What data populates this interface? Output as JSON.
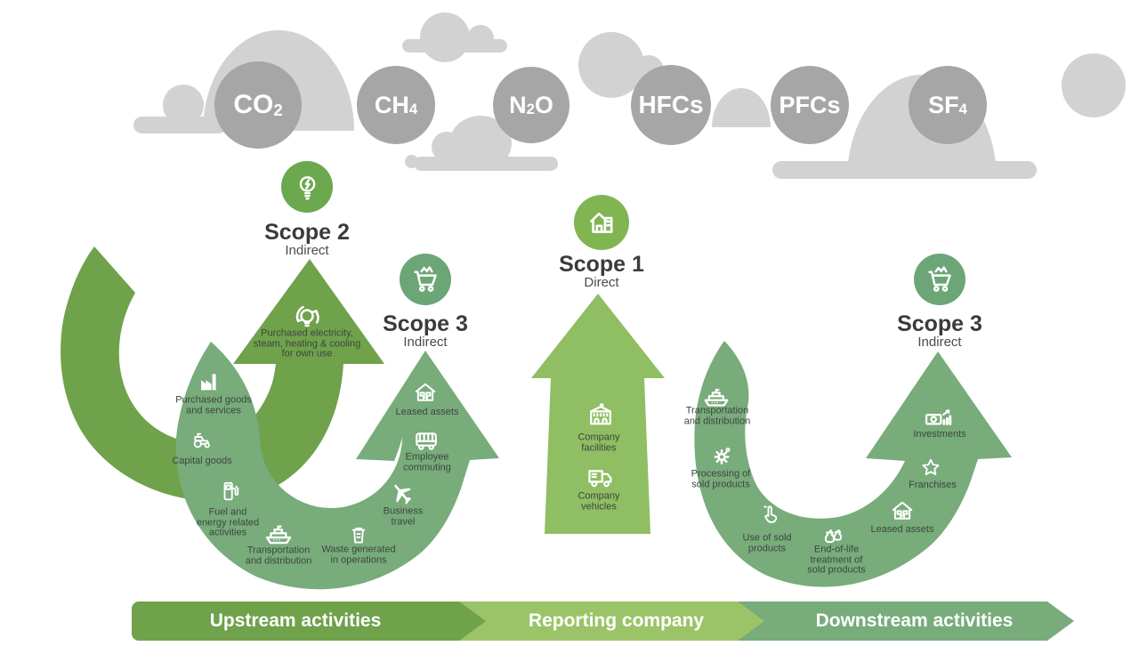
{
  "gases": [
    {
      "name": "co2",
      "parts": [
        {
          "t": "CO"
        },
        {
          "t": "2",
          "sub": true
        }
      ]
    },
    {
      "name": "ch4",
      "parts": [
        {
          "t": "CH"
        },
        {
          "t": "4",
          "sub": true
        }
      ]
    },
    {
      "name": "n2o",
      "parts": [
        {
          "t": "N"
        },
        {
          "t": "2",
          "sub": true
        },
        {
          "t": "O"
        }
      ]
    },
    {
      "name": "hfcs",
      "parts": [
        {
          "t": "HFCs"
        }
      ]
    },
    {
      "name": "pfcs",
      "parts": [
        {
          "t": "PFCs"
        }
      ]
    },
    {
      "name": "sf4",
      "parts": [
        {
          "t": "SF"
        },
        {
          "t": "4",
          "sub": true
        }
      ]
    }
  ],
  "scopes": [
    {
      "id": "scope2",
      "title": "Scope 2",
      "subtitle": "Indirect",
      "icon": "lightbulb-icon"
    },
    {
      "id": "scope3-upstream",
      "title": "Scope 3",
      "subtitle": "Indirect",
      "icon": "cart-icon"
    },
    {
      "id": "scope1",
      "title": "Scope 1",
      "subtitle": "Direct",
      "icon": "house-factory-icon"
    },
    {
      "id": "scope3-downstream",
      "title": "Scope 3",
      "subtitle": "Indirect",
      "icon": "cart-icon"
    }
  ],
  "activities": {
    "scope2": [
      {
        "label": "Purchased electricity,\nsteam, heating & cooling\nfor own use",
        "icon": "electricity-bulb-icon"
      }
    ],
    "scope1": [
      {
        "label": "Company\nfacilities",
        "icon": "gov-building-icon"
      },
      {
        "label": "Company\nvehicles",
        "icon": "delivery-truck-icon"
      }
    ],
    "upstream": [
      {
        "label": "Purchased goods\nand services",
        "icon": "factory-icon"
      },
      {
        "label": "Capital goods",
        "icon": "tractor-icon"
      },
      {
        "label": "Fuel and\nenergy related\nactivities",
        "icon": "fuel-pump-icon"
      },
      {
        "label": "Transportation\nand distribution",
        "icon": "cargo-ship-icon"
      },
      {
        "label": "Waste generated\nin operations",
        "icon": "trash-bin-icon"
      },
      {
        "label": "Business\ntravel",
        "icon": "airplane-icon"
      },
      {
        "label": "Employee\ncommuting",
        "icon": "bus-icon"
      },
      {
        "label": "Leased assets",
        "icon": "house-icon"
      }
    ],
    "downstream": [
      {
        "label": "Transportation\nand distribution",
        "icon": "cargo-ship-icon"
      },
      {
        "label": "Processing of\nsold products",
        "icon": "gear-icon"
      },
      {
        "label": "Use of sold\nproducts",
        "icon": "hand-click-icon"
      },
      {
        "label": "End-of-life\ntreatment of\nsold products",
        "icon": "waste-bags-icon"
      },
      {
        "label": "Leased assets",
        "icon": "house-icon"
      },
      {
        "label": "Franchises",
        "icon": "star-icon"
      },
      {
        "label": "Investments",
        "icon": "investments-icon"
      }
    ]
  },
  "banner": [
    {
      "id": "upstream",
      "label": "Upstream activities"
    },
    {
      "id": "reporting",
      "label": "Reporting company"
    },
    {
      "id": "downstream",
      "label": "Downstream activities"
    }
  ],
  "colors": {
    "green_dark": "#6FA24B",
    "green_light": "#8FBE63",
    "green_mid": "#9BC468",
    "sage": "#78AC7B",
    "badge_scope1": "#80B552",
    "badge_scope2": "#6CA84D",
    "badge_scope3": "#6CA677",
    "cloud": "#D2D2D2",
    "gas_circle": "#A6A6A6",
    "heading_text": "#3B3B3B",
    "subtitle_text": "#4B4B4B",
    "label_text": "#3E4540",
    "banner_text": "#FFFFFF"
  }
}
